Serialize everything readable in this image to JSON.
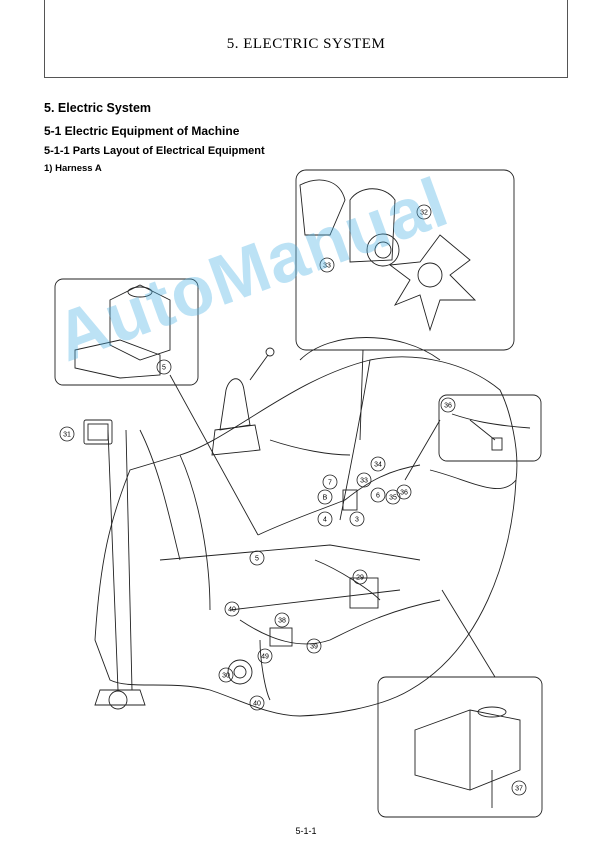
{
  "header": {
    "title": "5. ELECTRIC SYSTEM"
  },
  "headings": {
    "section": "5. Electric System",
    "subsection": "5-1 Electric Equipment of Machine",
    "subsubsection": "5-1-1 Parts Layout of Electrical Equipment",
    "item": "1) Harness A"
  },
  "watermark": "AutoManual",
  "callouts": [
    "31",
    "5",
    "5",
    "32",
    "33",
    "36",
    "34",
    "7",
    "33",
    "B",
    "6",
    "35",
    "36",
    "4",
    "3",
    "29",
    "40",
    "38",
    "39",
    "30",
    "49",
    "40",
    "37"
  ],
  "page_number": "5-1-1"
}
